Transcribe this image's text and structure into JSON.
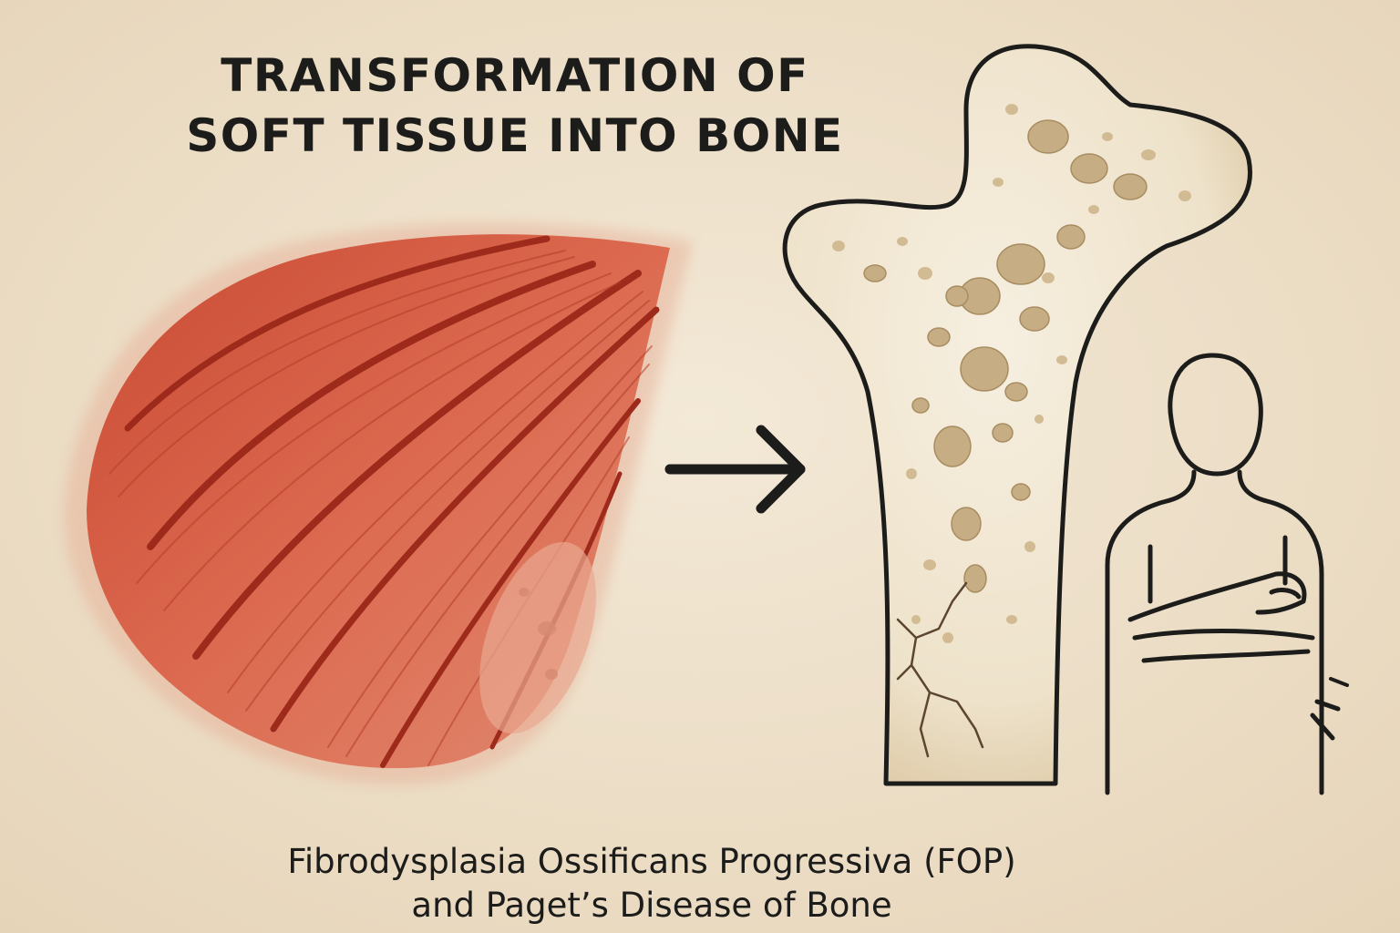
{
  "title": {
    "line1": "TRANSFORMATION OF",
    "line2": "SOFT TISSUE INTO BONE"
  },
  "caption": {
    "line1": "Fibrodysplasia Ossificans Progressiva (FOP)",
    "line2": "and Paget’s Disease of Bone"
  },
  "colors": {
    "background": "#efe3cf",
    "muscle": "#d65f45",
    "muscle_dark": "#9e2a1c",
    "bone": "#f3ead8",
    "bone_pore": "#c7ad83",
    "ink": "#1c1c1a"
  },
  "icons": {
    "muscle": "muscle-fibers-illustration",
    "arrow": "arrow-right-icon",
    "bone": "femur-bone-illustration",
    "person": "person-arms-crossed-icon"
  }
}
